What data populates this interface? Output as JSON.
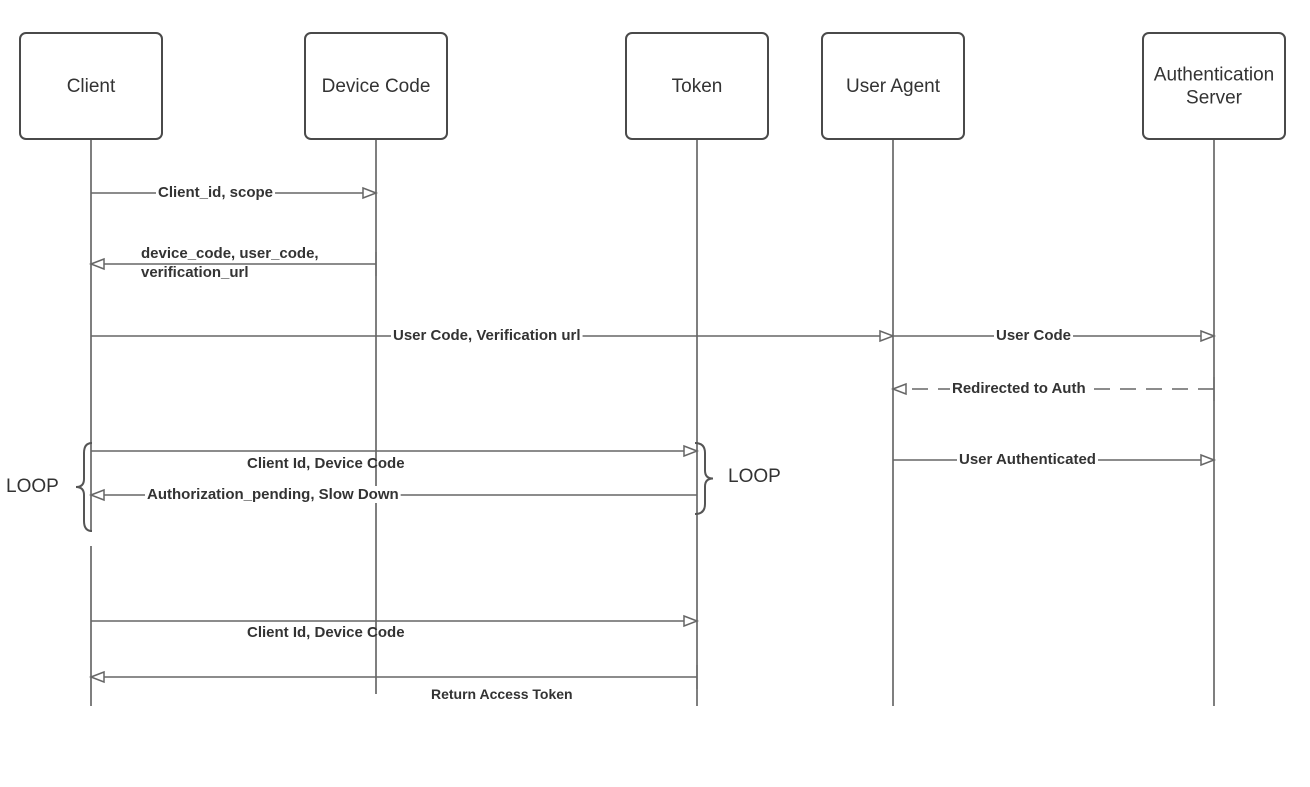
{
  "participants": [
    {
      "id": "client",
      "lines": [
        "Client"
      ]
    },
    {
      "id": "device-code",
      "lines": [
        "Device Code"
      ]
    },
    {
      "id": "token",
      "lines": [
        "Token"
      ]
    },
    {
      "id": "user-agent",
      "lines": [
        "User Agent"
      ]
    },
    {
      "id": "auth-server",
      "lines": [
        "Authentication",
        "Server"
      ]
    }
  ],
  "messages": [
    {
      "id": "client-id-scope",
      "from": "client",
      "to": "device-code",
      "style": "solid",
      "lines": [
        "Client_id, scope"
      ]
    },
    {
      "id": "device-code-response",
      "from": "device-code",
      "to": "client",
      "style": "solid",
      "lines": [
        "device_code, user_code,",
        "verification_url"
      ]
    },
    {
      "id": "user-code-verification-url",
      "from": "client",
      "to": "user-agent",
      "style": "solid",
      "lines": [
        "User Code, Verification url"
      ]
    },
    {
      "id": "user-code",
      "from": "user-agent",
      "to": "auth-server",
      "style": "solid",
      "lines": [
        "User Code"
      ]
    },
    {
      "id": "redirected-to-auth",
      "from": "auth-server",
      "to": "user-agent",
      "style": "dashed",
      "lines": [
        "Redirected to Auth"
      ]
    },
    {
      "id": "client-id-device-code-loop",
      "from": "client",
      "to": "token",
      "style": "solid",
      "lines": [
        "Client Id, Device Code"
      ]
    },
    {
      "id": "authorization-pending",
      "from": "token",
      "to": "client",
      "style": "solid",
      "lines": [
        "Authorization_pending, Slow Down"
      ]
    },
    {
      "id": "user-authenticated",
      "from": "user-agent",
      "to": "auth-server",
      "style": "solid",
      "lines": [
        "User Authenticated"
      ]
    },
    {
      "id": "client-id-device-code",
      "from": "client",
      "to": "token",
      "style": "solid",
      "lines": [
        "Client Id, Device Code"
      ]
    },
    {
      "id": "return-access-token",
      "from": "token",
      "to": "client",
      "style": "solid",
      "lines": [
        "Return Access Token"
      ]
    }
  ],
  "loops": [
    {
      "id": "loop-left",
      "label": "LOOP"
    },
    {
      "id": "loop-right",
      "label": "LOOP"
    }
  ]
}
